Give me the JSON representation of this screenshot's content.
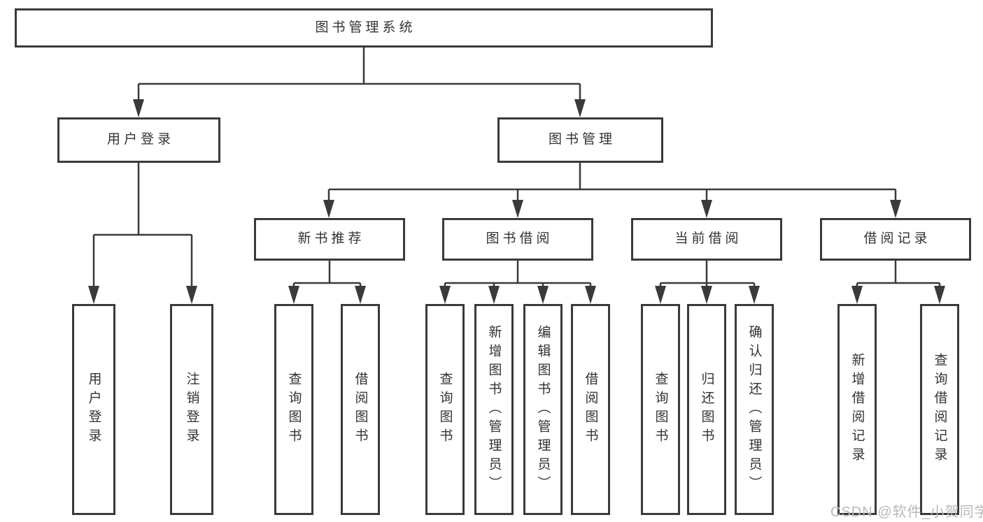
{
  "tree": {
    "label": "图书管理系统",
    "children": [
      {
        "label": "用户登录",
        "children": [
          {
            "label": "用户登录"
          },
          {
            "label": "注销登录"
          }
        ]
      },
      {
        "label": "图书管理",
        "children": [
          {
            "label": "新书推荐",
            "children": [
              {
                "label": "查询图书"
              },
              {
                "label": "借阅图书"
              }
            ]
          },
          {
            "label": "图书借阅",
            "children": [
              {
                "label": "查询图书"
              },
              {
                "label": "新增图书（管理员）"
              },
              {
                "label": "编辑图书（管理员）"
              },
              {
                "label": "借阅图书"
              }
            ]
          },
          {
            "label": "当前借阅",
            "children": [
              {
                "label": "查询图书"
              },
              {
                "label": "归还图书"
              },
              {
                "label": "确认归还（管理员）"
              }
            ]
          },
          {
            "label": "借阅记录",
            "children": [
              {
                "label": "新增借阅记录"
              },
              {
                "label": "查询借阅记录"
              }
            ]
          }
        ]
      }
    ]
  },
  "watermark": "CSDN @软件_小贺同学",
  "colors": {
    "line": "#3a3a3a",
    "box_border": "#3a3a3a",
    "text": "#333333",
    "watermark_text": "#b9b9b9",
    "background": "#ffffff"
  }
}
